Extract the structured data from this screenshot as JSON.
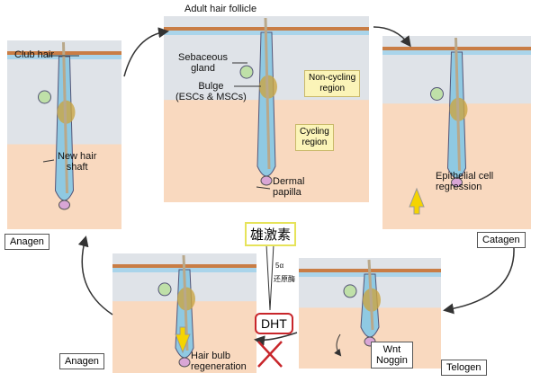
{
  "title": "Adult hair follicle",
  "labels": {
    "club_hair": "Club hair",
    "new_hair_shaft": "New hair\nshaft",
    "sebaceous": "Sebaceous\ngland",
    "bulge": "Bulge\n(ESCs & MSCs)",
    "non_cycling": "Non-cycling\nregion",
    "cycling": "Cycling\nregion",
    "dermal_papilla": "Dermal\npapilla",
    "epithelial": "Epithelial cell\nregression",
    "hair_bulb": "Hair bulb\nregeneration",
    "wnt": "Wnt\nNoggin"
  },
  "stages": {
    "anagen_top": "Anagen",
    "catagen": "Catagen",
    "anagen_bottom": "Anagen",
    "telogen": "Telogen"
  },
  "hormone": {
    "androgen": "雄激素",
    "enzyme_top": "5α",
    "enzyme_bottom": "还原酶",
    "dht": "DHT"
  },
  "colors": {
    "dermis": "#f9d9bf",
    "epidermis": "#dfe3e8",
    "skin_brown": "#c97d45",
    "skin_blue": "#a9d4ea",
    "follicle": "#8fc9e2",
    "bulge": "#c9a544",
    "papilla": "#d9a6d6",
    "arrow_yellow": "#f5d400",
    "dht_red": "#c8262b"
  }
}
